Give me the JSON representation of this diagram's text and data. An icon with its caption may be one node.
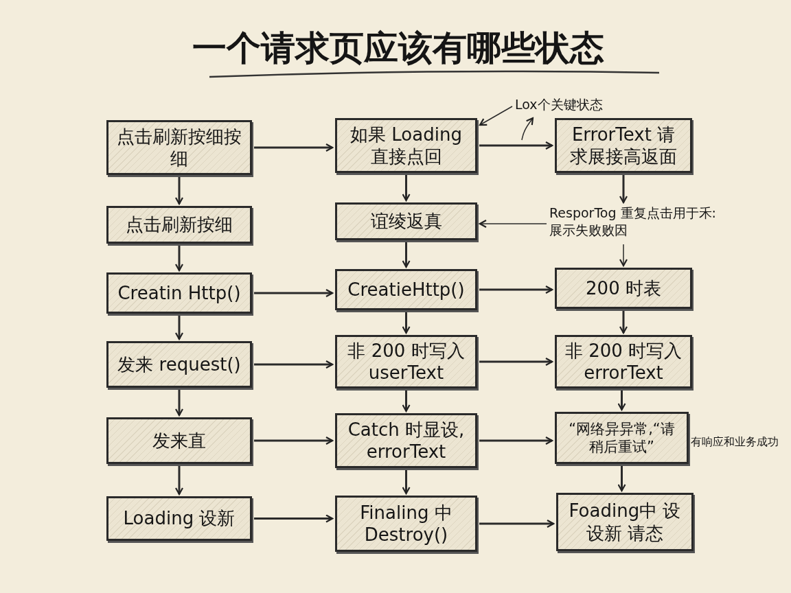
{
  "diagram": {
    "title": "一个请求页应该有哪些状态",
    "nodes": [
      {
        "text": [
          "点击刷新按细按细"
        ]
      },
      {
        "text": [
          "如果 Loading直接点回"
        ]
      },
      {
        "text": [
          "Lox个关键状态"
        ]
      },
      {
        "text": [
          "ErrorText 请求展接高返面"
        ]
      },
      {
        "text": [
          "点击刷新按细"
        ]
      },
      {
        "text": [
          "谊绫返真"
        ]
      },
      {
        "text": [
          "ResporTog 重复点击用于禾:展示失败败因"
        ]
      },
      {
        "text": [
          "Creatin Http()"
        ]
      },
      {
        "text": [
          "CreatieHttp()"
        ]
      },
      {
        "text": [
          "200 时表"
        ]
      },
      {
        "text": [
          "发来 request()"
        ]
      },
      {
        "text": [
          "非 200 时写入 userText"
        ]
      },
      {
        "text": [
          "非 200 时写入 errorText"
        ]
      },
      {
        "text": [
          "发来直"
        ]
      },
      {
        "text": [
          "Catch 时显设, errorText"
        ]
      },
      {
        "text": [
          "“网络异异常,“请稍后重试”"
        ],
        "beside": [
          "有响应和业务成功"
        ]
      },
      {
        "text": [
          "Loading 设新"
        ]
      },
      {
        "text": [
          "Finaling 中 Destroy()"
        ]
      },
      {
        "text": [
          "Foading中 设设新 请态"
        ]
      }
    ],
    "edges": [
      {
        "from": 0,
        "to": 4,
        "arrow": "to"
      },
      {
        "from": 4,
        "to": 7,
        "arrow": "to"
      },
      {
        "from": 7,
        "to": 10,
        "arrow": "to"
      },
      {
        "from": 10,
        "to": 13,
        "arrow": "to"
      },
      {
        "from": 13,
        "to": 16,
        "arrow": "to"
      },
      {
        "from": 1,
        "to": 5,
        "arrow": "to"
      },
      {
        "from": 5,
        "to": 8,
        "arrow": "to"
      },
      {
        "from": 8,
        "to": 11,
        "arrow": "to"
      },
      {
        "from": 11,
        "to": 14,
        "arrow": "to"
      },
      {
        "from": 14,
        "to": 17,
        "arrow": "to"
      },
      {
        "from": 3,
        "to": 6,
        "arrow": "to"
      },
      {
        "from": 6,
        "to": 9,
        "arrow": "to"
      },
      {
        "from": 9,
        "to": 12,
        "arrow": "to"
      },
      {
        "from": 12,
        "to": 15,
        "arrow": "to"
      },
      {
        "from": 15,
        "to": 18,
        "arrow": "to"
      },
      {
        "from": 0,
        "to": 1,
        "arrow": "to"
      },
      {
        "from": 1,
        "to": 3,
        "arrow": "to"
      },
      {
        "from": 7,
        "to": 8,
        "arrow": "to"
      },
      {
        "from": 8,
        "to": 9,
        "arrow": "to"
      },
      {
        "from": 10,
        "to": 11,
        "arrow": "to"
      },
      {
        "from": 11,
        "to": 12,
        "arrow": "to"
      },
      {
        "from": 13,
        "to": 14,
        "arrow": "to"
      },
      {
        "from": 14,
        "to": 15,
        "arrow": "to"
      },
      {
        "from": 16,
        "to": 17,
        "arrow": "to"
      },
      {
        "from": 17,
        "to": 18,
        "arrow": "to"
      },
      {
        "from": 2,
        "to": 1,
        "arrow": "to"
      },
      {
        "from": null,
        "to": 2,
        "arrow": "to"
      },
      {
        "from": 6,
        "to": 5,
        "arrow": "to"
      }
    ]
  }
}
